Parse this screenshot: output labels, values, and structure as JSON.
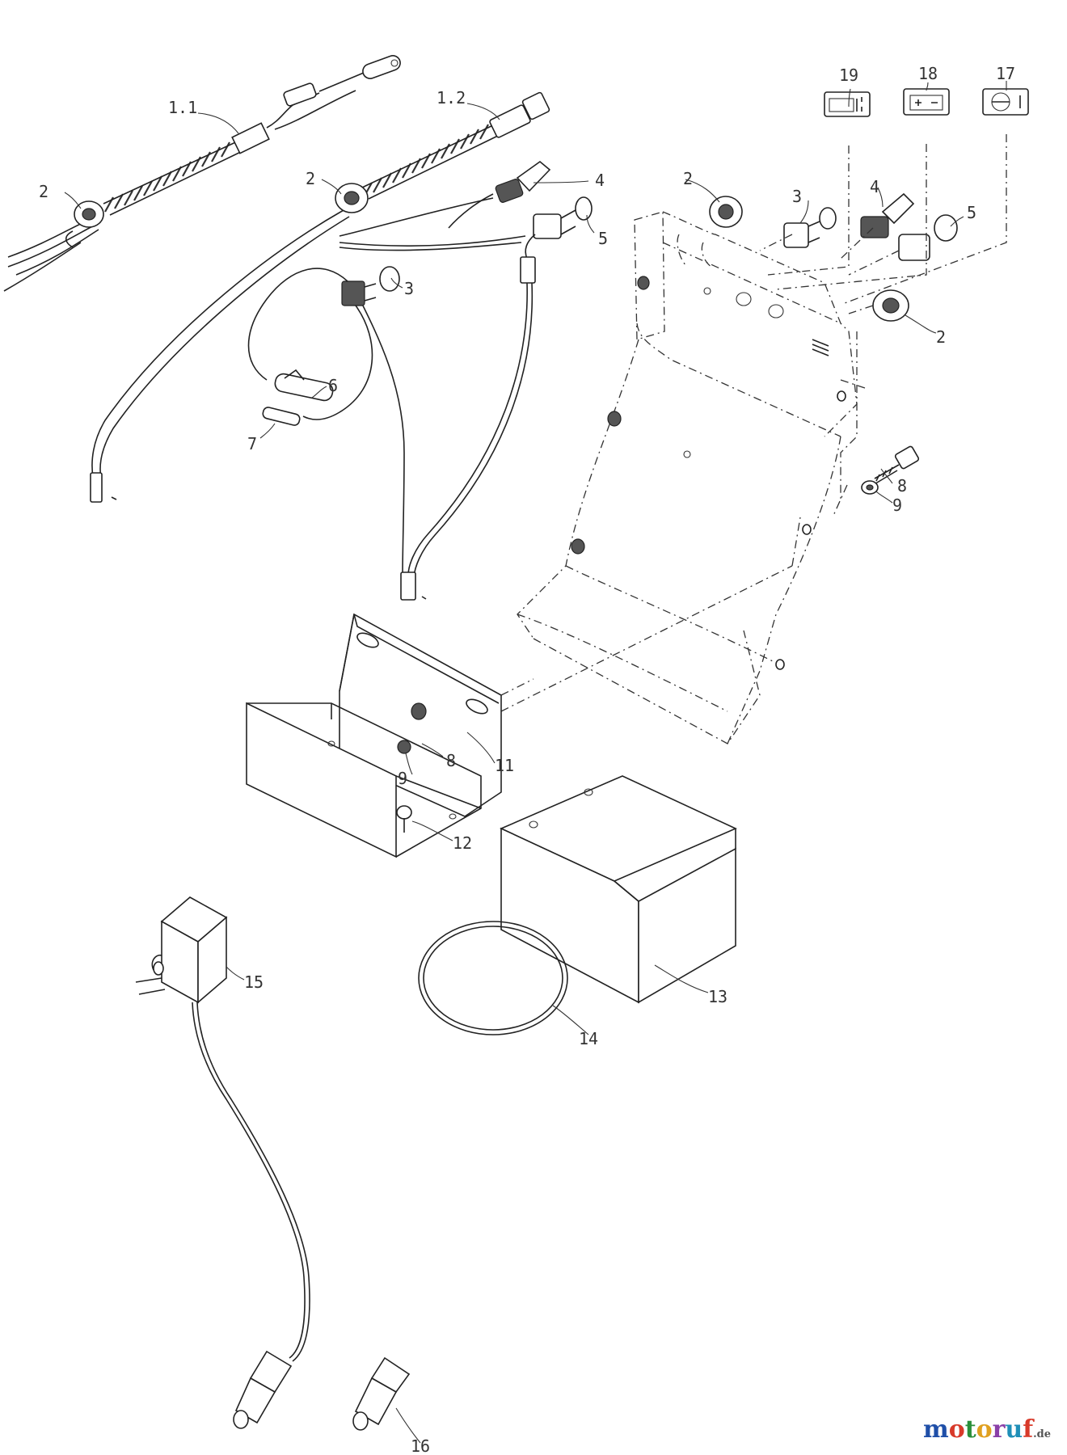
{
  "labels": {
    "p1_1": "1.1",
    "p1_2": "1.2",
    "p2": "2",
    "p3": "3",
    "p4": "4",
    "p5": "5",
    "p6": "6",
    "p7": "7",
    "p8": "8",
    "p9": "9",
    "p11": "11",
    "p12": "12",
    "p13": "13",
    "p14": "14",
    "p15": "15",
    "p16": "16",
    "p17": "17",
    "p18": "18",
    "p19": "19"
  },
  "watermark": {
    "letters": [
      "m",
      "o",
      "t",
      "o",
      "r",
      "u",
      "f"
    ],
    "suffix": ".de"
  },
  "colors": {
    "logo": [
      "#1f4fa8",
      "#d83a2a",
      "#2a8f3a",
      "#e0a020",
      "#8a3fa8",
      "#1f8fb8",
      "#d83a2a"
    ]
  }
}
